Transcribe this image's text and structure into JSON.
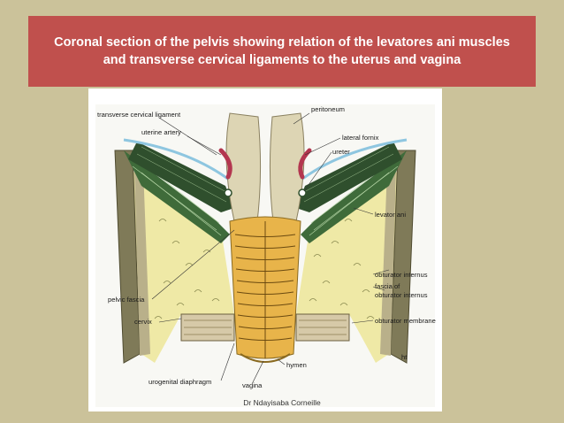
{
  "slide": {
    "title_line1": "Coronal section of the pelvis showing relation of the levatores ani muscles",
    "title_line2": "and transverse cervical ligaments to the uterus and vagina",
    "credit": "Dr Ndayisaba Corneille"
  },
  "diagram": {
    "labels": {
      "transverse_cervical_ligament": "transverse cervical ligament",
      "peritoneum": "peritoneum",
      "uterine_artery": "uterine artery",
      "lateral_fornix": "lateral fornix",
      "ureter": "ureter",
      "levator_ani": "levator ani",
      "obturator_internus": "obturator internus",
      "fascia_of_obturator_internus_1": "fascia of",
      "fascia_of_obturator_internus_2": "obturator internus",
      "pelvic_fascia": "pelvic fascia",
      "cervix": "cervix",
      "obturator_membrane": "obturator membrane",
      "hymen": "hymen",
      "urogenital_diaphragm": "urogenital diaphragm",
      "vagina": "vagina",
      "artist_mark": "ht"
    }
  },
  "colors": {
    "background": "#cbc29a",
    "title_bar": "#c0504d",
    "title_text": "#ffffff",
    "bone": "#7f7a58",
    "fat": "#efe9a6",
    "muscle": "#3f6b3a",
    "vagina_wall": "#e8b44a",
    "cervix": "#ddd5b4",
    "artery": "#b3364f",
    "peritoneum": "#8ec6e0"
  }
}
